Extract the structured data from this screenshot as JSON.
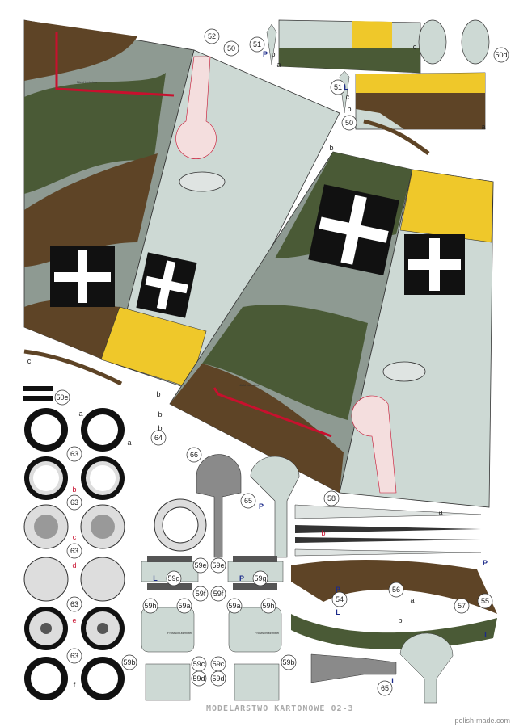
{
  "footer": {
    "title": "MODELARSTWO KARTONOWE 02-3",
    "site": "polish-made.com"
  },
  "wing_text": {
    "small1": "Nicht betreten",
    "small2": "Nicht betreten",
    "frost": "Frostschutzmittel"
  },
  "labels": {
    "p52": "52",
    "p50a": "50",
    "p51a": "51",
    "p50d": "50d",
    "p51b": "51",
    "p50b": "50",
    "p50e": "50e",
    "p63a": "63",
    "p63b": "63",
    "p63c": "63",
    "p63d": "63",
    "p63e": "63",
    "p64": "64",
    "p66": "66",
    "p65a": "65",
    "p65b": "65",
    "p58": "58",
    "p59e1": "59e",
    "p59e2": "59e",
    "p59g1": "59g",
    "p59g2": "59g",
    "p59f1": "59f",
    "p59f2": "59f",
    "p59h1": "59h",
    "p59h2": "59h",
    "p59a1": "59a",
    "p59a2": "59a",
    "p59b1": "59b",
    "p59b2": "59b",
    "p59c1": "59c",
    "p59c2": "59c",
    "p59d1": "59d",
    "p59d2": "59d",
    "p54": "54",
    "p55": "55",
    "p56": "56",
    "p57": "57"
  },
  "letters": {
    "a": "a",
    "b": "b",
    "c": "c",
    "d": "d",
    "e": "e",
    "f": "f",
    "P": "P",
    "L": "L"
  },
  "colors": {
    "underside": "#cdd9d4",
    "green": "#4a5a36",
    "brown": "#5e4426",
    "grey": "#8e9a92",
    "yellow": "#efc82a",
    "red": "#c8102e"
  }
}
